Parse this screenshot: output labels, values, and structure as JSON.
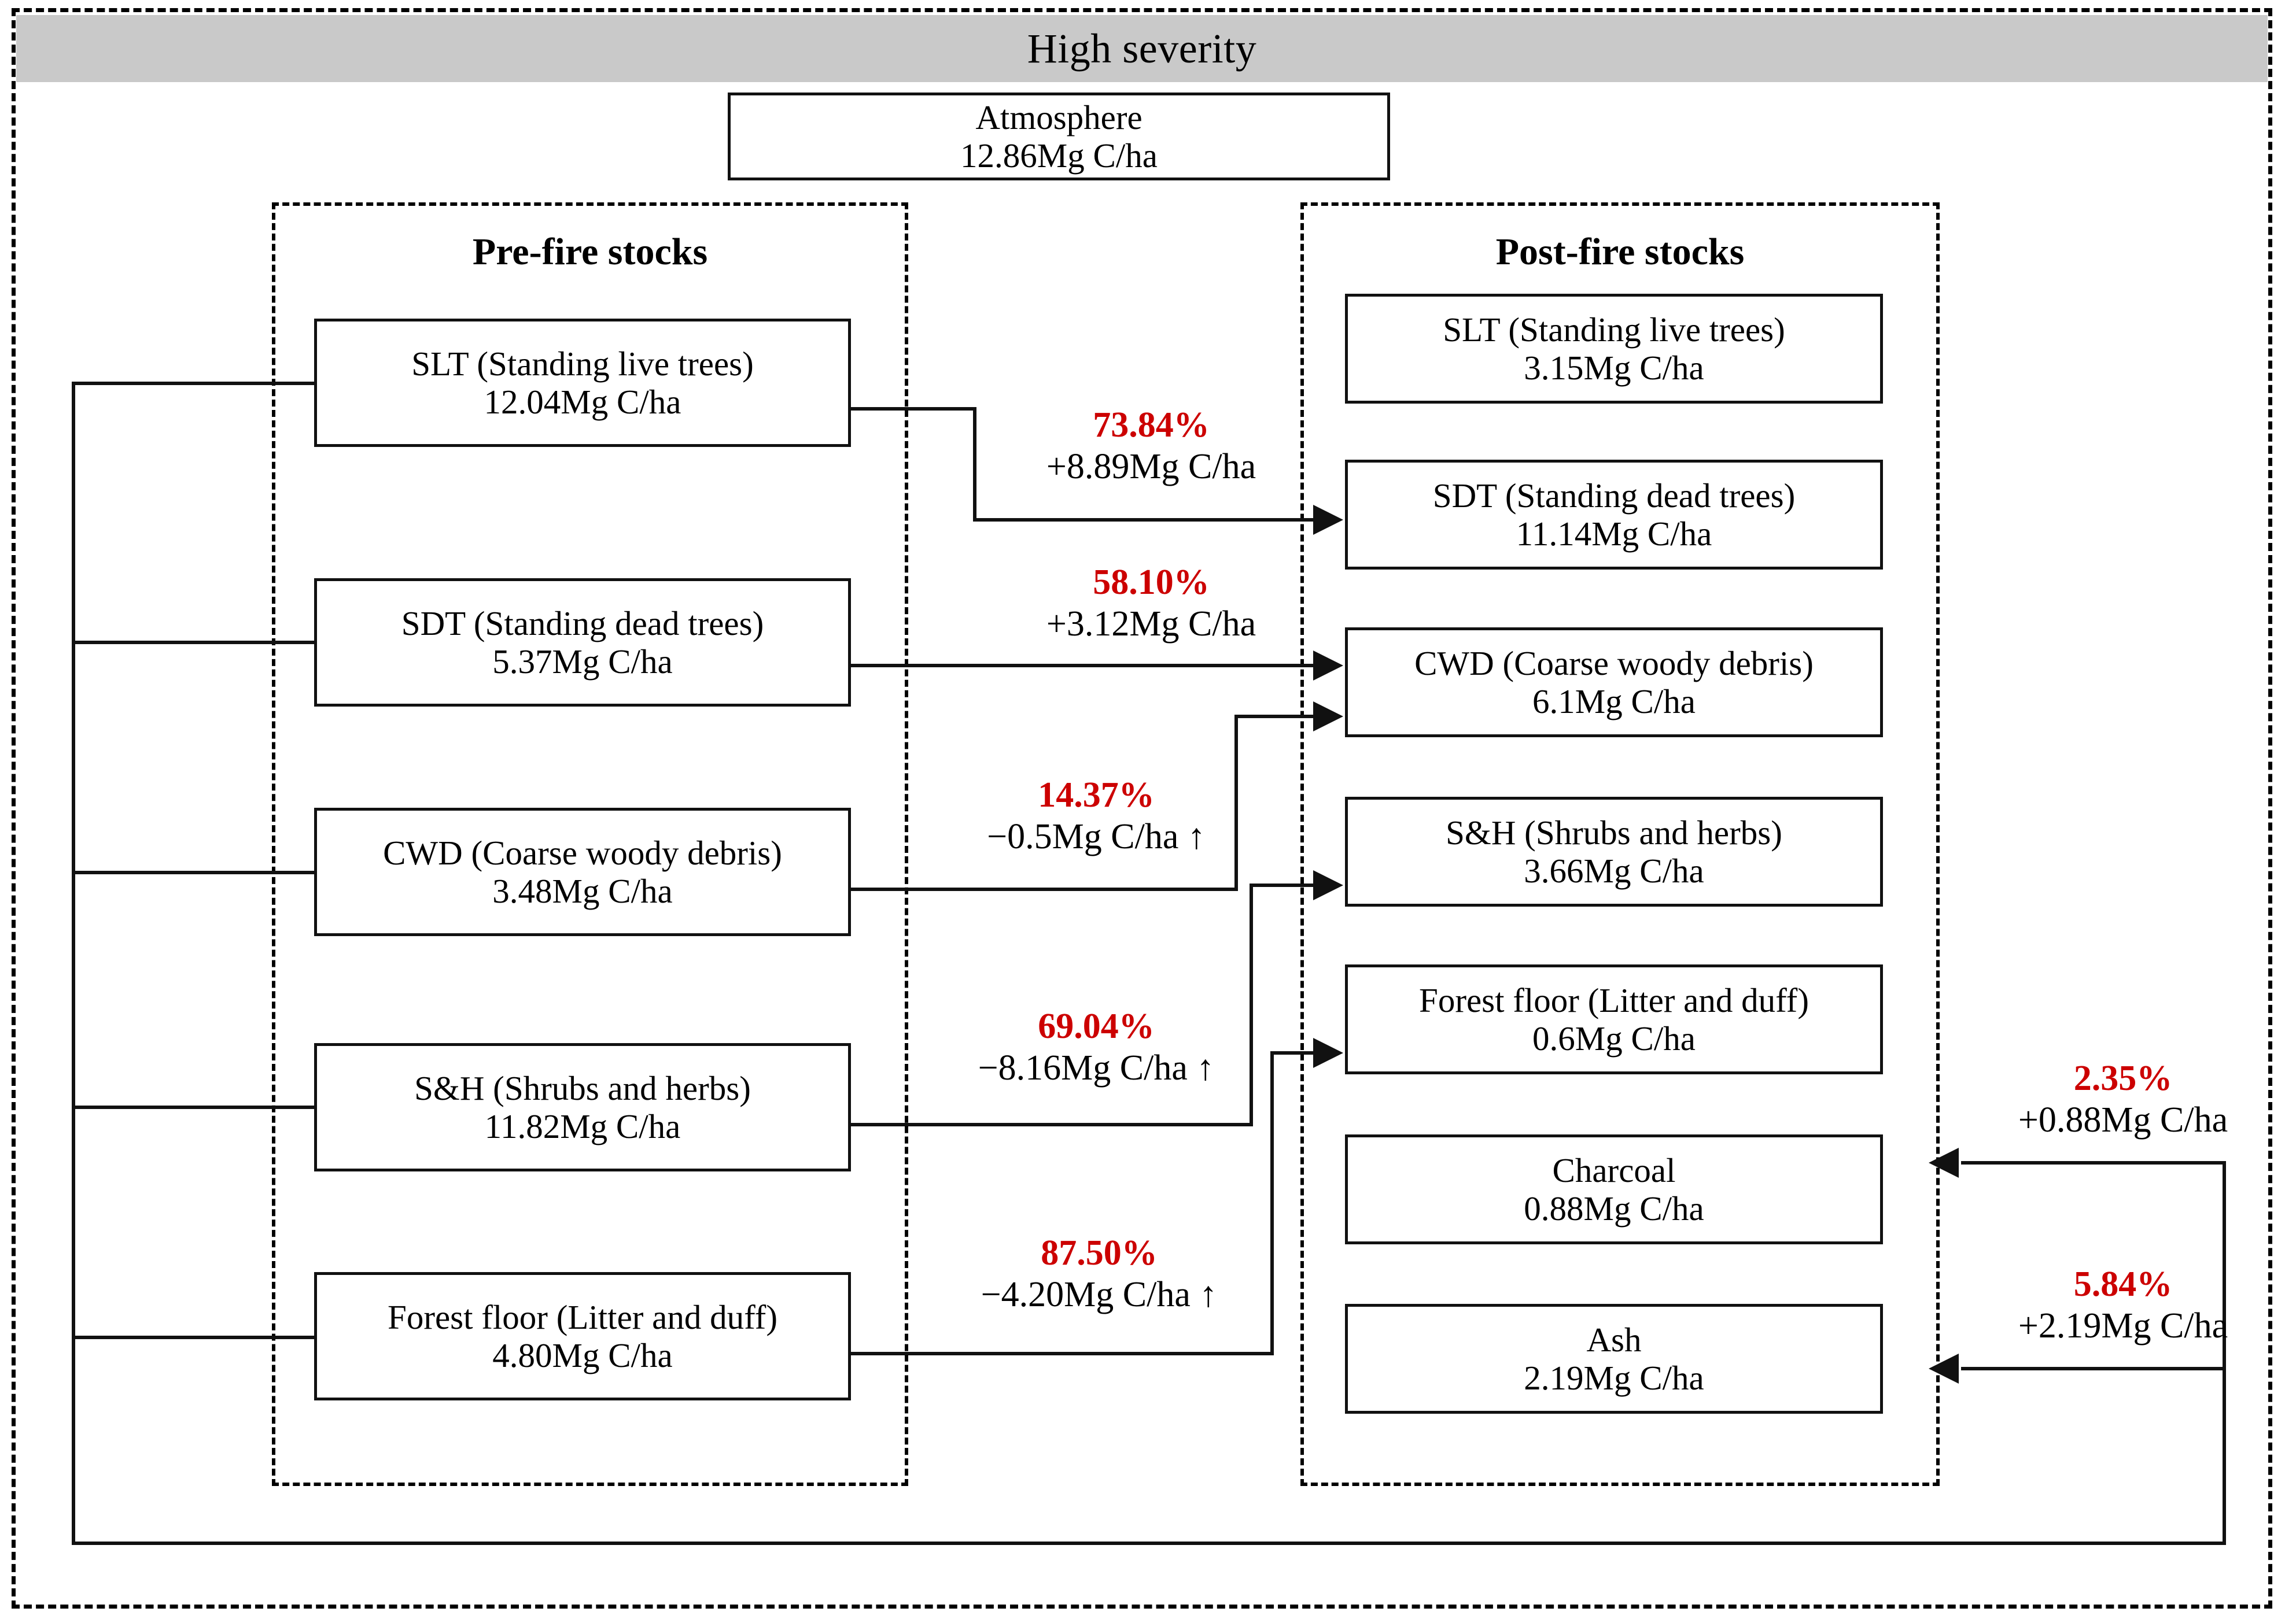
{
  "header": {
    "severity_label": "High severity",
    "severity_bar_color": "#c9c9c9"
  },
  "atmosphere": {
    "name": "Atmosphere",
    "value": "12.86Mg C/ha"
  },
  "panels": {
    "pre_fire_title": "Pre-fire stocks",
    "post_fire_title": "Post-fire stocks"
  },
  "accent_color": "#cc0000",
  "pre_fire_stocks": [
    {
      "name": "SLT (Standing live trees)",
      "value": "12.04Mg C/ha"
    },
    {
      "name": "SDT (Standing dead trees)",
      "value": "5.37Mg C/ha"
    },
    {
      "name": "CWD (Coarse woody debris)",
      "value": "3.48Mg C/ha"
    },
    {
      "name": "S&H (Shrubs and herbs)",
      "value": "11.82Mg C/ha"
    },
    {
      "name": "Forest floor (Litter and duff)",
      "value": "4.80Mg C/ha"
    }
  ],
  "post_fire_stocks": [
    {
      "name": "SLT (Standing live trees)",
      "value": "3.15Mg C/ha"
    },
    {
      "name": "SDT (Standing dead trees)",
      "value": "11.14Mg C/ha"
    },
    {
      "name": "CWD (Coarse woody debris)",
      "value": "6.1Mg C/ha"
    },
    {
      "name": "S&H (Shrubs and herbs)",
      "value": "3.66Mg C/ha"
    },
    {
      "name": "Forest floor (Litter and duff)",
      "value": "0.6Mg C/ha"
    },
    {
      "name": "Charcoal",
      "value": "0.88Mg C/ha"
    },
    {
      "name": "Ash",
      "value": "2.19Mg C/ha"
    }
  ],
  "flows": [
    {
      "percent": "73.84%",
      "amount": "+8.89Mg C/ha"
    },
    {
      "percent": "58.10%",
      "amount": "+3.12Mg C/ha"
    },
    {
      "percent": "14.37%",
      "amount": "−0.5Mg C/ha ↑"
    },
    {
      "percent": "69.04%",
      "amount": "−8.16Mg C/ha ↑"
    },
    {
      "percent": "87.50%",
      "amount": "−4.20Mg C/ha ↑"
    },
    {
      "percent": "2.35%",
      "amount": "+0.88Mg C/ha"
    },
    {
      "percent": "5.84%",
      "amount": "+2.19Mg C/ha"
    }
  ],
  "chart_data": {
    "type": "diagram",
    "title": "High severity",
    "units": "Mg C/ha",
    "categories": [
      "SLT (Standing live trees)",
      "SDT (Standing dead trees)",
      "CWD (Coarse woody debris)",
      "S&H (Shrubs and herbs)",
      "Forest floor (Litter and duff)",
      "Charcoal",
      "Ash",
      "Atmosphere"
    ],
    "series": [
      {
        "name": "Pre-fire stocks",
        "values": [
          12.04,
          5.37,
          3.48,
          11.82,
          4.8,
          null,
          null,
          null
        ]
      },
      {
        "name": "Post-fire stocks",
        "values": [
          3.15,
          11.14,
          6.1,
          3.66,
          0.6,
          0.88,
          2.19,
          12.86
        ]
      }
    ],
    "transfers": [
      {
        "from": "SLT (Standing live trees)",
        "to": "SDT (Standing dead trees)",
        "percent": 73.84,
        "amount": 8.89,
        "sign": "+"
      },
      {
        "from": "SDT (Standing dead trees)",
        "to": "CWD (Coarse woody debris)",
        "percent": 58.1,
        "amount": 3.12,
        "sign": "+"
      },
      {
        "from": "CWD (Coarse woody debris)",
        "to": "CWD (Coarse woody debris)",
        "percent": 14.37,
        "amount": -0.5,
        "sign": "−",
        "to_atmosphere": true
      },
      {
        "from": "S&H (Shrubs and herbs)",
        "to": "S&H (Shrubs and herbs)",
        "percent": 69.04,
        "amount": -8.16,
        "sign": "−",
        "to_atmosphere": true
      },
      {
        "from": "Forest floor (Litter and duff)",
        "to": "Forest floor (Litter and duff)",
        "percent": 87.5,
        "amount": -4.2,
        "sign": "−",
        "to_atmosphere": true
      },
      {
        "from": "Atmosphere",
        "to": "Charcoal",
        "percent": 2.35,
        "amount": 0.88,
        "sign": "+"
      },
      {
        "from": "Atmosphere",
        "to": "Ash",
        "percent": 5.84,
        "amount": 2.19,
        "sign": "+"
      }
    ]
  }
}
